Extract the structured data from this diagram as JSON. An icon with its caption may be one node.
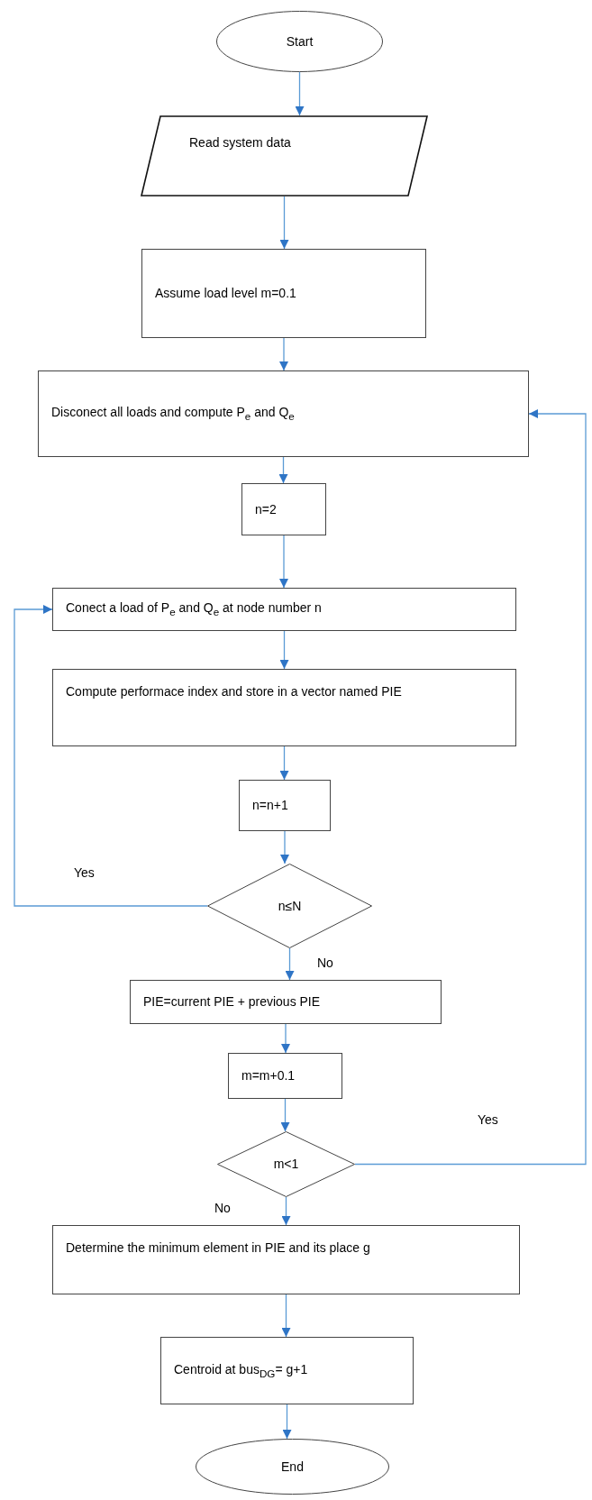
{
  "diagram": {
    "nodes": [
      {
        "text": [
          "Start"
        ]
      },
      {
        "text": [
          "Read system data"
        ]
      },
      {
        "text": [
          "Assume load level m=0.1"
        ]
      },
      {
        "text": [
          "Disconect all loads and compute P$_{e}$ and Q$_{e}$"
        ]
      },
      {
        "text": [
          "n=2"
        ]
      },
      {
        "text": [
          "Conect a load of P$_{e}$ and Q$_{e}$ at node number n"
        ]
      },
      {
        "text": [
          "Compute performace index and store in a vector named PIE"
        ]
      },
      {
        "text": [
          "n=n+1"
        ]
      },
      {
        "text": [
          "n≤N"
        ]
      },
      {
        "text": [
          "PIE=current PIE + previous PIE"
        ]
      },
      {
        "text": [
          "m=m+0.1"
        ]
      },
      {
        "text": [
          "m<1"
        ]
      },
      {
        "text": [
          "Determine the minimum element in PIE and its place g"
        ]
      },
      {
        "text": [
          "Centroid at bus$_{DG}$= g+1"
        ]
      },
      {
        "text": [
          "End"
        ]
      }
    ],
    "edges": [
      {
        "from": 0,
        "to": 1,
        "arrow": "to"
      },
      {
        "from": 1,
        "to": 2,
        "arrow": "to"
      },
      {
        "from": 2,
        "to": 3,
        "arrow": "to"
      },
      {
        "from": 3,
        "to": 4,
        "arrow": "to"
      },
      {
        "from": 4,
        "to": 5,
        "arrow": "to"
      },
      {
        "from": 5,
        "to": 6,
        "arrow": "to"
      },
      {
        "from": 6,
        "to": 7,
        "arrow": "to"
      },
      {
        "from": 7,
        "to": 8,
        "arrow": "to"
      },
      {
        "from": 8,
        "to": 5,
        "label": "Yes",
        "arrow": "to"
      },
      {
        "from": 8,
        "to": 9,
        "label": "No",
        "arrow": "to"
      },
      {
        "from": 9,
        "to": 10,
        "arrow": "to"
      },
      {
        "from": 10,
        "to": 11,
        "arrow": "to"
      },
      {
        "from": 11,
        "to": 3,
        "label": "Yes",
        "arrow": "to"
      },
      {
        "from": 11,
        "to": 12,
        "label": "No",
        "arrow": "to"
      },
      {
        "from": 12,
        "to": 13,
        "arrow": "to"
      },
      {
        "from": 13,
        "to": 14,
        "arrow": "to"
      }
    ]
  }
}
